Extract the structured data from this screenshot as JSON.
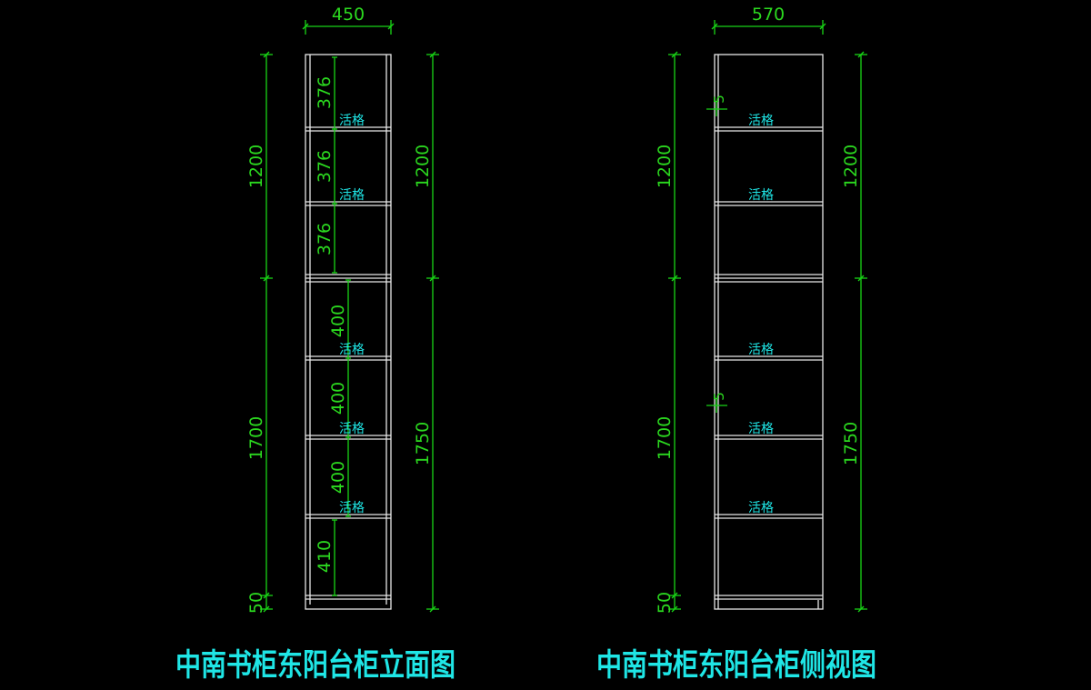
{
  "elevation": {
    "title": "中南书柜东阳台柜立面图",
    "width_dim": "450",
    "left_dims": [
      "1200",
      "1700",
      "50"
    ],
    "right_dims": [
      "1200",
      "1750"
    ],
    "inner_dims": [
      "376",
      "376",
      "376",
      "400",
      "400",
      "400",
      "410"
    ],
    "shelf_label": "活格"
  },
  "side": {
    "title": "中南书柜东阳台柜侧视图",
    "width_dim": "570",
    "left_dims": [
      "1200",
      "1700",
      "50"
    ],
    "right_dims": [
      "1200",
      "1750"
    ],
    "small_dims": [
      "5",
      "5"
    ],
    "shelf_label": "活格"
  },
  "colors": {
    "background": "#000000",
    "dimension": "#2bd81f",
    "label": "#1fe6e6",
    "outline": "#e8e8e8"
  }
}
